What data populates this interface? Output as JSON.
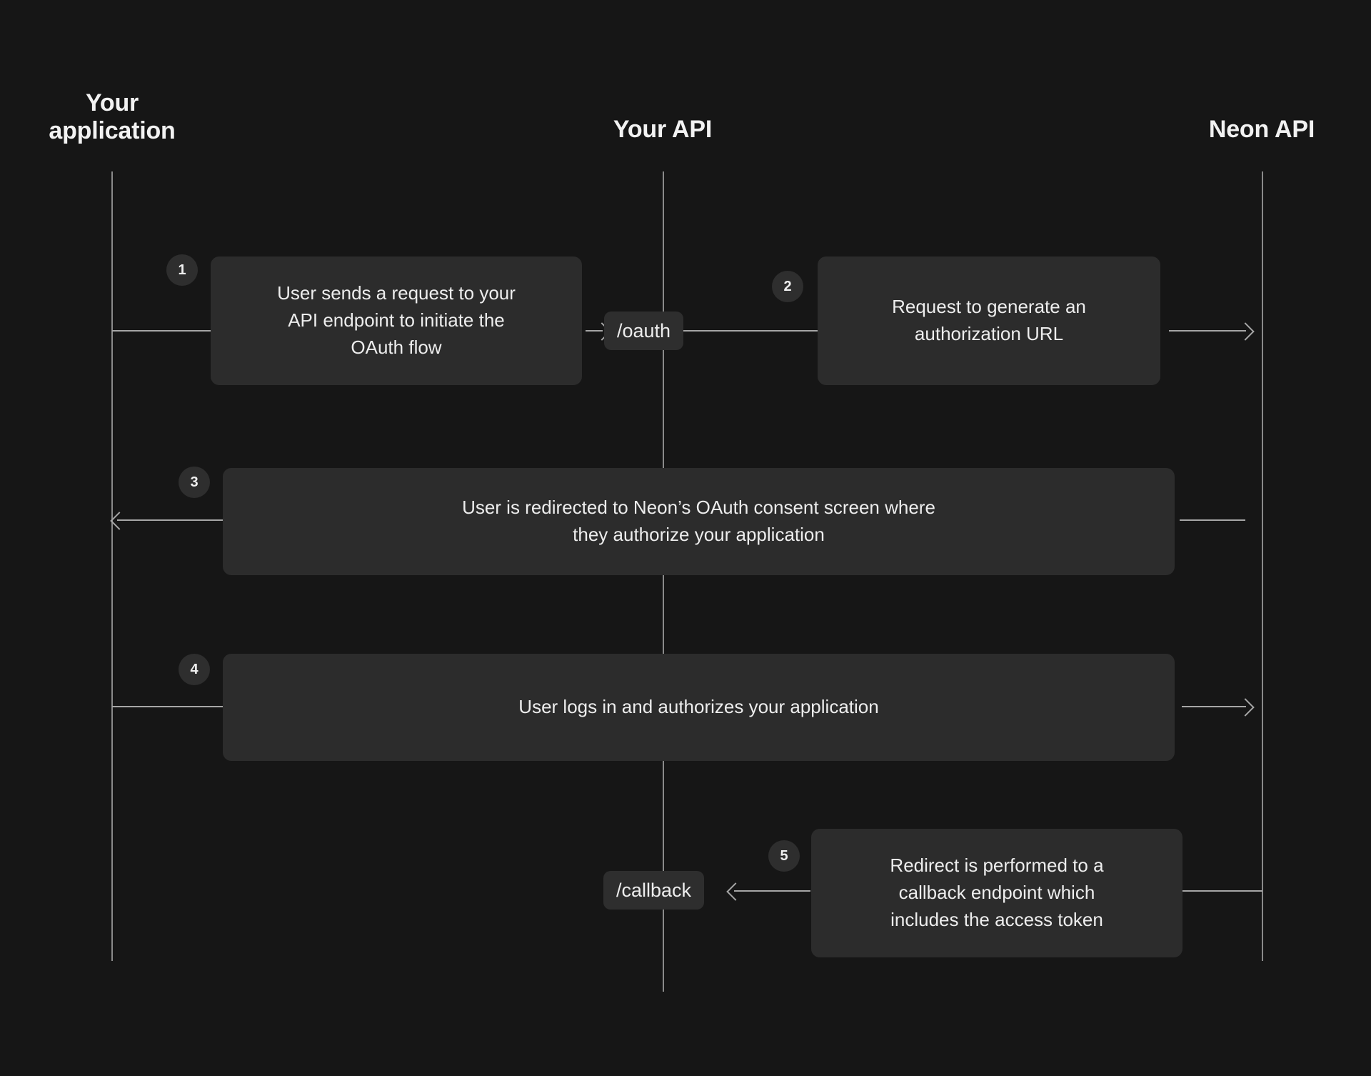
{
  "diagram": {
    "title": "Neon OAuth flow sequence diagram",
    "background_color": "#161616",
    "box_color": "#2c2c2c",
    "pill_color": "#2e2e2e",
    "line_color": "#a6a6a6",
    "text_color": "#ededed"
  },
  "actors": [
    {
      "id": "your-application",
      "label": "Your\napplication"
    },
    {
      "id": "your-api",
      "label": "Your API"
    },
    {
      "id": "neon-api",
      "label": "Neon API"
    }
  ],
  "steps": [
    {
      "number": "1",
      "text": "User sends a request to your\nAPI endpoint to initiate the\nOAuth flow",
      "from": "your-application",
      "to": "your-api"
    },
    {
      "number": "2",
      "text": "Request to generate an\nauthorization URL",
      "from": "your-api",
      "to": "neon-api"
    },
    {
      "number": "3",
      "text": "User is redirected to Neon’s OAuth consent screen where\nthey authorize your application",
      "from": "neon-api",
      "to": "your-application"
    },
    {
      "number": "4",
      "text": "User logs in and authorizes your application",
      "from": "your-application",
      "to": "neon-api"
    },
    {
      "number": "5",
      "text": "Redirect is performed to a\ncallback endpoint which\nincludes the access token",
      "from": "neon-api",
      "to": "your-api"
    }
  ],
  "endpoints": [
    {
      "id": "oauth",
      "label": "/oauth"
    },
    {
      "id": "callback",
      "label": "/callback"
    }
  ]
}
